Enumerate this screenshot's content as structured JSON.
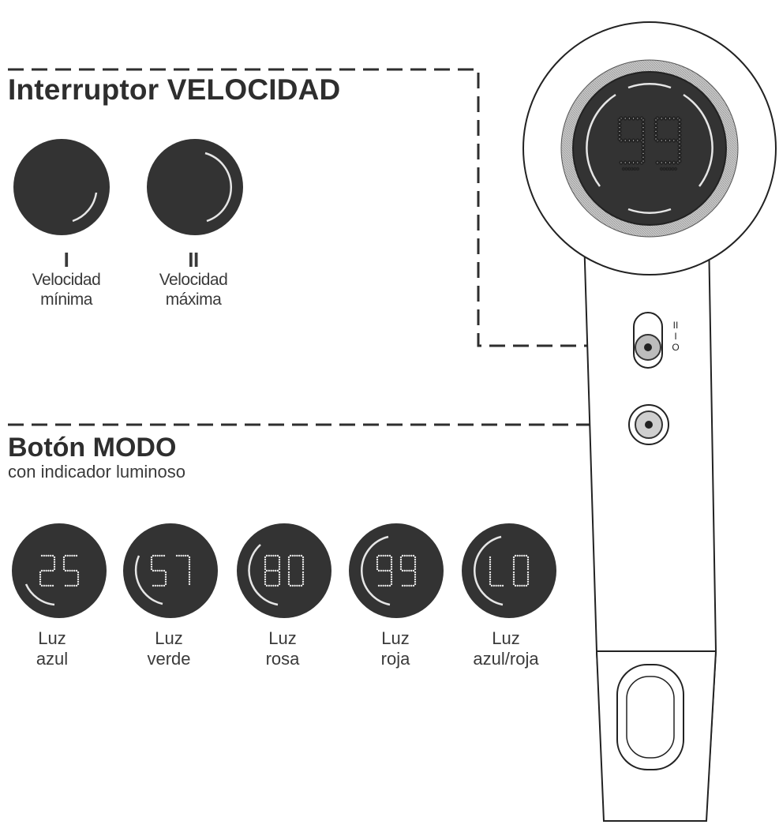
{
  "speed_switch": {
    "title": "Interruptor VELOCIDAD",
    "options": [
      {
        "numeral": "I",
        "label_line1": "Velocidad",
        "label_line2": "mínima"
      },
      {
        "numeral": "II",
        "label_line1": "Velocidad",
        "label_line2": "máxima"
      }
    ]
  },
  "mode_button": {
    "title": "Botón MODO",
    "subtitle": "con indicador luminoso",
    "modes": [
      {
        "display": "25",
        "label_line1": "Luz",
        "label_line2": "azul"
      },
      {
        "display": "57",
        "label_line1": "Luz",
        "label_line2": "verde"
      },
      {
        "display": "80",
        "label_line1": "Luz",
        "label_line2": "rosa"
      },
      {
        "display": "99",
        "label_line1": "Luz",
        "label_line2": "roja"
      },
      {
        "display": "LO",
        "label_line1": "Luz",
        "label_line2": "azul/roja"
      }
    ]
  },
  "dryer": {
    "display": "99",
    "switch_marks": [
      "II",
      "I",
      "O"
    ]
  },
  "colors": {
    "ink": "#2e2e2e",
    "disc": "#333333",
    "line": "#222222",
    "glow": "#e6e6e6"
  }
}
